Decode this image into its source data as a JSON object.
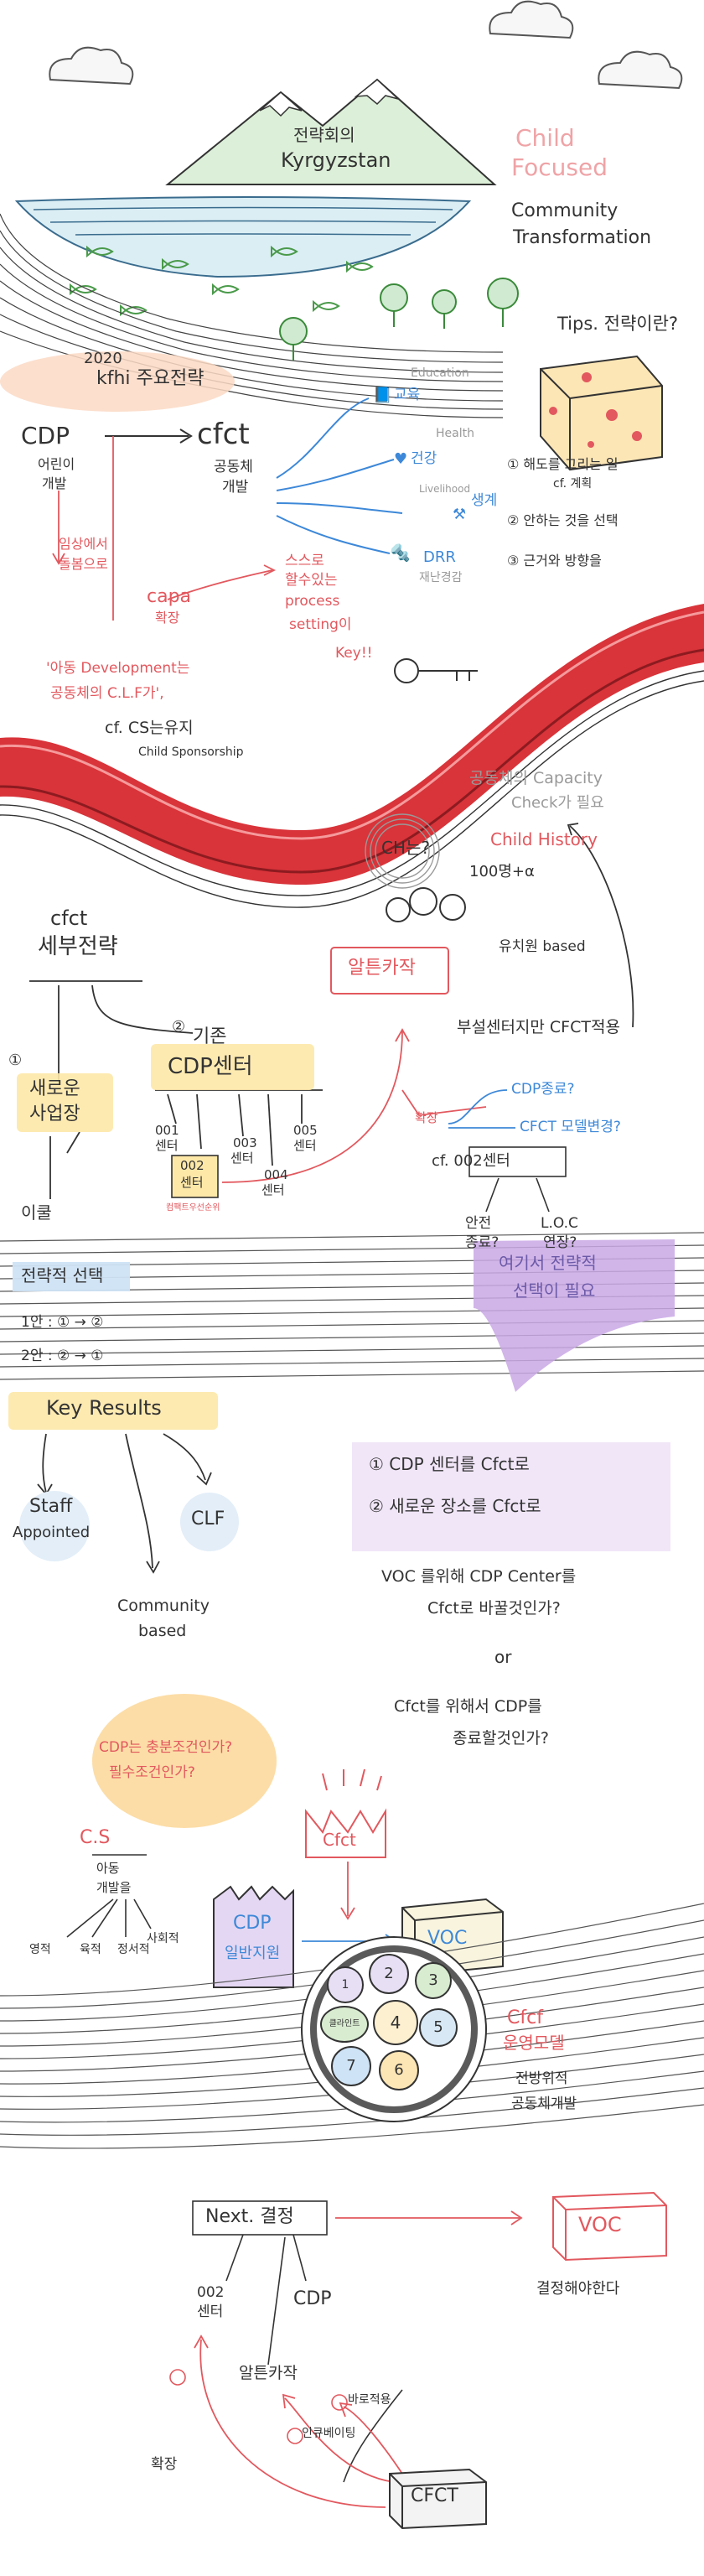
{
  "header": {
    "title_ko": "전략회의",
    "title_en": "Kyrgyzstan",
    "cf1": "Child",
    "cf2": "Focused",
    "ct1": "Community",
    "ct2": "Transformation"
  },
  "strategy": {
    "year": "2020",
    "title": "kfhi 주요전략",
    "cdp": "CDP",
    "cdp_sub1": "어린이",
    "cdp_sub2": "개발",
    "cfct": "cfct",
    "cfct_sub1": "공동체",
    "cfct_sub2": "개발",
    "edu_en": "Education",
    "edu_ko": "교육",
    "health_en": "Health",
    "health_ko": "건강",
    "livelihood_en": "Livelihood",
    "livelihood_ko": "생계",
    "drr_en": "DRR",
    "drr_ko": "재난경감",
    "n_a": "임상에서",
    "n_b": "돌봄으로",
    "capa1": "capa",
    "capa2": "확장",
    "sc1": "스스로",
    "sc2": "할수있는",
    "sc3": "process",
    "sc4": "setting이",
    "sc5": "Key!!",
    "clf1": "'아동 Development는",
    "clf2": "공동체의 C.L.F가',",
    "cf_cs": "cf. CS는유지",
    "child_sp": "Child Sponsorship"
  },
  "tips": {
    "title": "Tips. 전략이란?",
    "t1": "① 해도를 그리는 일",
    "t1b": "cf. 계획",
    "t2": "② 안하는 것을 선택",
    "t3": "③ 근거와 방향을"
  },
  "ch": {
    "capacity1": "공동체의 Capacity",
    "capacity2": "Check가 필요",
    "ch": "CH는?",
    "child_history": "Child History",
    "count": "100명+α",
    "based": "유치원 based",
    "altoen": "알튼카작",
    "bushtext": "부설센터지만 CFCT적용"
  },
  "detail": {
    "title1": "cfct",
    "title2": "세부전략",
    "new_num": "①",
    "new1": "새로운",
    "new2": "사업장",
    "yikel": "이쿨",
    "exist_num": "②",
    "exist": "기존",
    "cdp_center": "CDP센터",
    "c001a": "001",
    "c001b": "센터",
    "c002a": "002",
    "c002b": "센터",
    "c003a": "003",
    "c003b": "센터",
    "c004a": "004",
    "c004b": "센터",
    "c005a": "005",
    "c005b": "센터",
    "first": "컴팩트우선순위",
    "expand": "확장",
    "cdp_q": "CDP종료?",
    "cfct_q": "CFCT 모델변경?",
    "cf002": "cf. 002센터",
    "stop1": "안전",
    "stop2": "종료?",
    "loc1": "L.O.C",
    "loc2": "연장?"
  },
  "select": {
    "title": "전략적 선택",
    "opt1": "1안 : ① → ②",
    "opt2": "2안 : ② → ①",
    "need1": "여기서 전략적",
    "need2": "선택이 필요",
    "o1": "① CDP 센터를 Cfct로",
    "o2": "② 새로운 장소를 Cfct로",
    "q1a": "VOC 를위해 CDP Center를",
    "q1b": "Cfct로 바꿀것인가?",
    "or": "or",
    "q2a": "Cfct를 위해서 CDP를",
    "q2b": "종료할것인가?"
  },
  "kr": {
    "title": "Key Results",
    "staff1": "Staff",
    "staff2": "Appointed",
    "clf": "CLF",
    "comm1": "Community",
    "comm2": "based",
    "cond1": "CDP는 충분조건인가?",
    "cond2": "필수조건인가?"
  },
  "cs": {
    "title": "C.S",
    "sub1": "아동",
    "sub2": "개발을",
    "l1": "영적",
    "l2": "육적",
    "l3": "정서적",
    "l4": "사회적",
    "cdp": "CDP",
    "cdp_sub": "일반지원",
    "cfct": "Cfct",
    "voc": "VOC"
  },
  "model": {
    "title": "Cfcf",
    "title2": "운영모델",
    "d1": "전방위적",
    "d2": "공동체개발",
    "c1": "1",
    "c2": "2",
    "c3": "3",
    "c4": "4",
    "c5": "5",
    "c6": "6",
    "c7": "7",
    "center": "클라인트"
  },
  "next": {
    "title": "Next. 결정",
    "voc": "VOC",
    "decide": "결정해야한다",
    "c002a": "002",
    "c002b": "센터",
    "cdp": "CDP",
    "altoen": "알튼카작",
    "end": "바로적용",
    "int": "인큐베이팅",
    "expand": "확장",
    "cfct": "CFCT"
  },
  "colors": {
    "accent_red": "#e2585e",
    "accent_blue": "#3d88d8",
    "highlight_orange": "#fbd9c4",
    "highlight_yellow": "#fde8a8",
    "highlight_purple": "#ece3f6",
    "ribbon_red": "#d8343a"
  }
}
